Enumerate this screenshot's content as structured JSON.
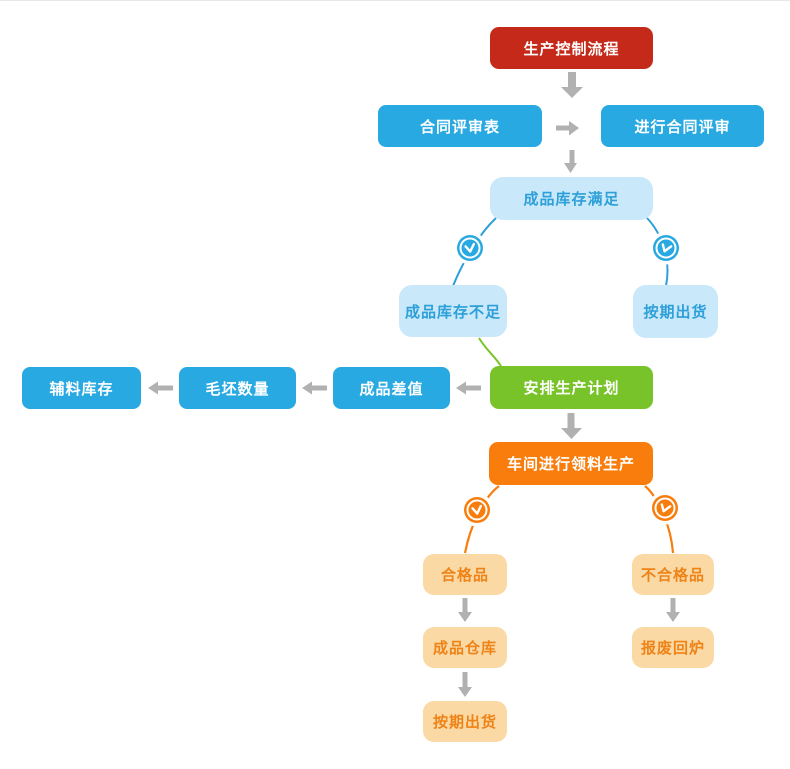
{
  "flowchart": {
    "title": "生产控制流程",
    "nodes": {
      "start": "生产控制流程",
      "contract_review_form": "合同评审表",
      "conduct_contract_review": "进行合同评审",
      "stock_sufficient": "成品库存满足",
      "stock_insufficient": "成品库存不足",
      "ship_on_schedule_top": "按期出货",
      "schedule_production": "安排生产计划",
      "product_difference": "成品差值",
      "blank_quantity": "毛坯数量",
      "auxiliary_stock": "辅料库存",
      "workshop_material_production": "车间进行领料生产",
      "qualified_product": "合格品",
      "unqualified_product": "不合格品",
      "finished_warehouse": "成品仓库",
      "scrap_remelt": "报废回炉",
      "ship_on_schedule_bottom": "按期出货"
    },
    "edges": [
      {
        "from": "start",
        "to": "contract_review_form",
        "connector": "arrow-down",
        "color": "#b1b1b1"
      },
      {
        "from": "contract_review_form",
        "to": "conduct_contract_review",
        "connector": "arrow-right",
        "color": "#b1b1b1"
      },
      {
        "from": "conduct_contract_review",
        "to": "stock_sufficient",
        "connector": "arrow-down",
        "color": "#b1b1b1"
      },
      {
        "from": "stock_sufficient",
        "to": "stock_insufficient",
        "connector": "curve-with-clock",
        "color": "#2d9fd9"
      },
      {
        "from": "stock_sufficient",
        "to": "ship_on_schedule_top",
        "connector": "curve-with-clock",
        "color": "#2d9fd9"
      },
      {
        "from": "stock_insufficient",
        "to": "schedule_production",
        "connector": "curve",
        "color": "#7ac427"
      },
      {
        "from": "schedule_production",
        "to": "product_difference",
        "connector": "arrow-left",
        "color": "#b1b1b1"
      },
      {
        "from": "product_difference",
        "to": "blank_quantity",
        "connector": "arrow-left",
        "color": "#b1b1b1"
      },
      {
        "from": "blank_quantity",
        "to": "auxiliary_stock",
        "connector": "arrow-left",
        "color": "#b1b1b1"
      },
      {
        "from": "schedule_production",
        "to": "workshop_material_production",
        "connector": "arrow-down",
        "color": "#b1b1b1"
      },
      {
        "from": "workshop_material_production",
        "to": "qualified_product",
        "connector": "curve-with-clock",
        "color": "#f87d0d"
      },
      {
        "from": "workshop_material_production",
        "to": "unqualified_product",
        "connector": "curve-with-clock",
        "color": "#f87d0d"
      },
      {
        "from": "qualified_product",
        "to": "finished_warehouse",
        "connector": "arrow-down",
        "color": "#b1b1b1"
      },
      {
        "from": "finished_warehouse",
        "to": "ship_on_schedule_bottom",
        "connector": "arrow-down",
        "color": "#b1b1b1"
      },
      {
        "from": "unqualified_product",
        "to": "scrap_remelt",
        "connector": "arrow-down",
        "color": "#b1b1b1"
      }
    ],
    "icons": [
      "clock-icon",
      "clock-icon",
      "clock-icon",
      "clock-icon"
    ],
    "colors": {
      "start_red": "#c5291a",
      "process_blue": "#29a9e1",
      "light_blue_fill": "#c9e9fa",
      "light_blue_text": "#2d9fd9",
      "plan_green": "#79c32a",
      "production_orange": "#f87d0d",
      "result_tan_fill": "#fbd9a4",
      "result_tan_text": "#ee8318",
      "arrow_gray": "#b1b1b1",
      "curve_green": "#7ac427"
    }
  }
}
